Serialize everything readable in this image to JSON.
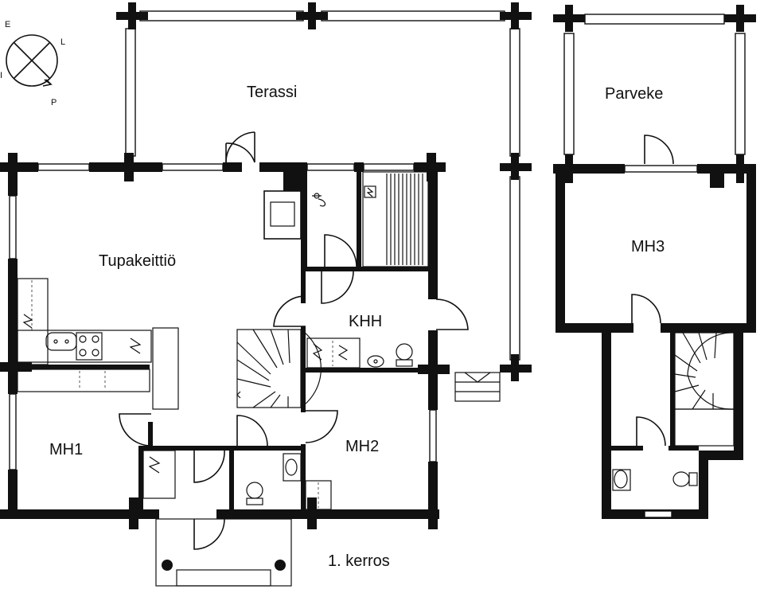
{
  "rooms": {
    "terassi": "Terassi",
    "parveke": "Parveke",
    "tupakeittio": "Tupakeittiö",
    "khh": "KHH",
    "mh1": "MH1",
    "mh2": "MH2",
    "mh3": "MH3"
  },
  "floor_label": "1. kerros",
  "compass": {
    "n": "E",
    "e": "L",
    "s": "P",
    "w": "I"
  }
}
